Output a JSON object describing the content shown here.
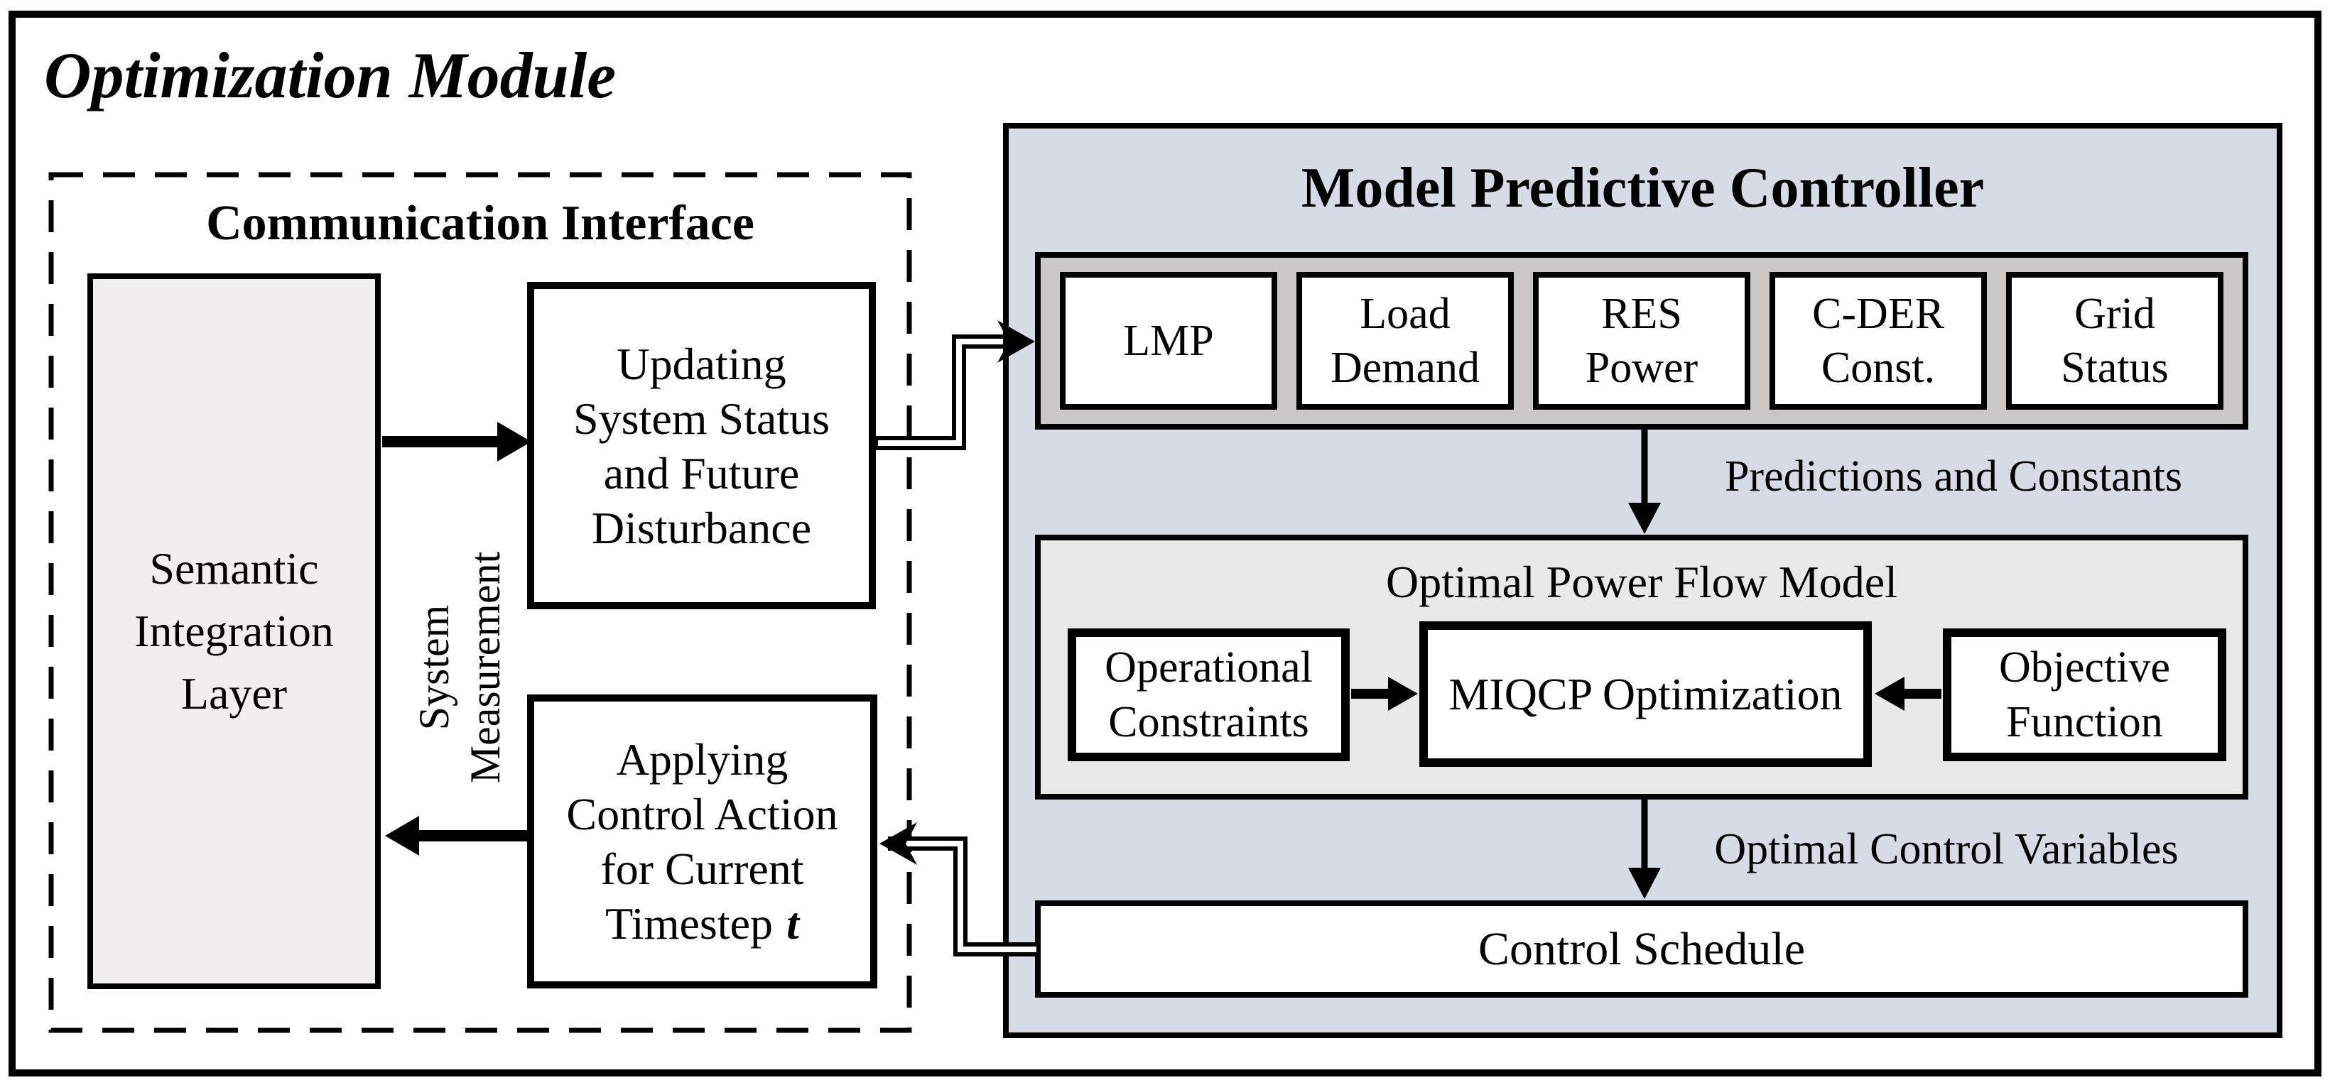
{
  "title": "Optimization Module",
  "communication_interface": {
    "heading": "Communication Interface",
    "semantic_box": {
      "lines": [
        "Semantic",
        "Integration",
        "Layer"
      ]
    },
    "updating_box": {
      "lines": [
        "Updating",
        "System Status",
        "and Future",
        "Disturbance"
      ]
    },
    "applying_box": {
      "lines": [
        "Applying",
        "Control Action",
        "for Current"
      ],
      "last_line_prefix": "Timestep",
      "last_line_var": "t"
    },
    "system_measurement_label": {
      "lines": [
        "System",
        "Measurement"
      ]
    }
  },
  "mpc": {
    "heading": "Model Predictive Controller",
    "inputs": [
      {
        "lines": [
          "LMP"
        ]
      },
      {
        "lines": [
          "Load",
          "Demand"
        ]
      },
      {
        "lines": [
          "RES",
          "Power"
        ]
      },
      {
        "lines": [
          "C-DER",
          "Const."
        ]
      },
      {
        "lines": [
          "Grid",
          "Status"
        ]
      }
    ],
    "predictions_label": "Predictions and Constants",
    "opf": {
      "heading": "Optimal Power Flow Model",
      "operational_constraints": {
        "lines": [
          "Operational",
          "Constraints"
        ]
      },
      "miqcp_label": "MIQCP Optimization",
      "objective_function": {
        "lines": [
          "Objective",
          "Function"
        ]
      }
    },
    "optimal_control_variables_label": "Optimal Control Variables",
    "control_schedule_label": "Control Schedule"
  },
  "colors": {
    "mpc_panel_bg": "#d6dbe6",
    "input_strip_bg": "#cac7c4",
    "opf_panel_bg": "#e9e9e8",
    "semantic_box_bg": "#f0efee",
    "line_color": "#000000",
    "box_bg": "#ffffff"
  }
}
